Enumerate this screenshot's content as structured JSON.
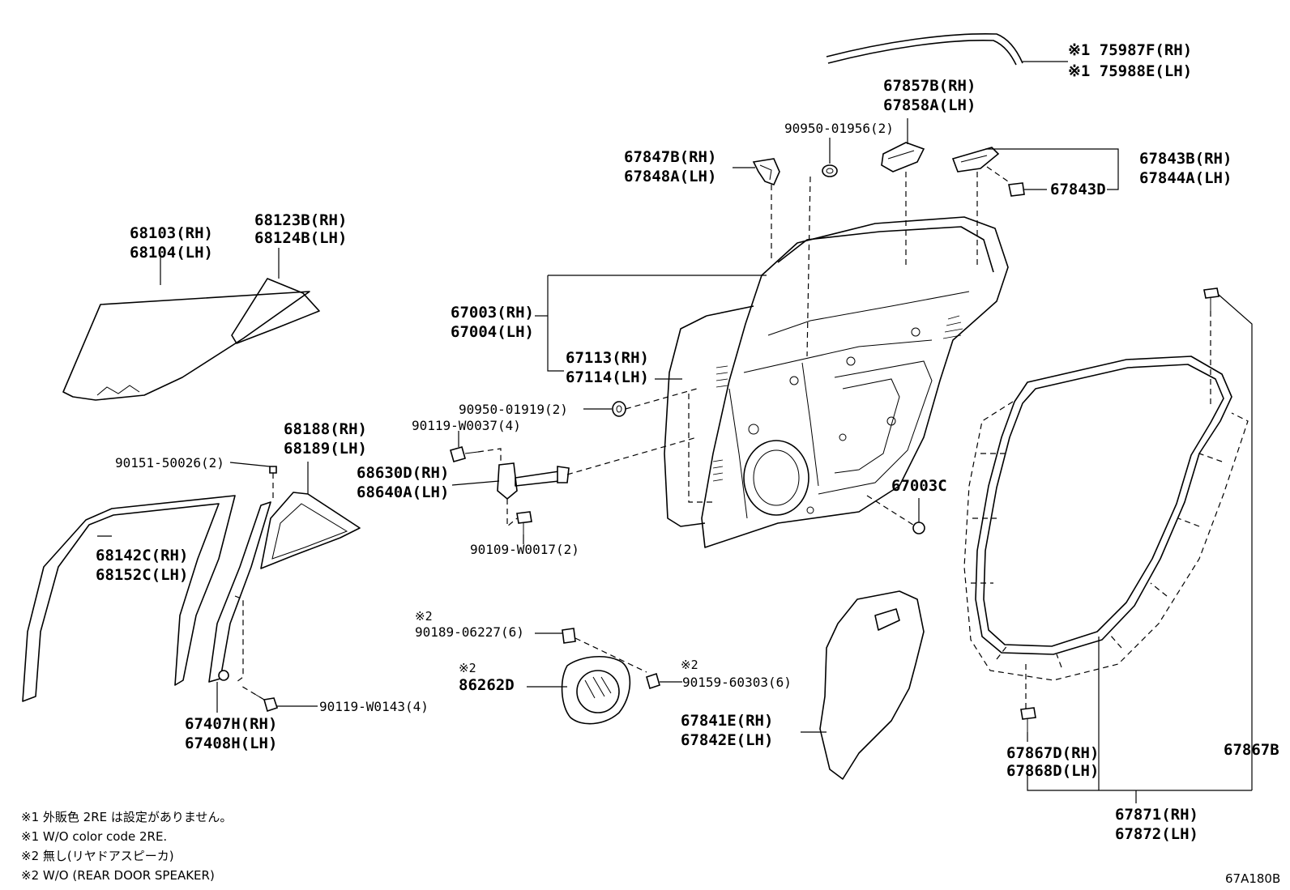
{
  "diagram": {
    "labels": {
      "p175987f": "※1 75987F(RH)",
      "p175988e": "※1 75988E(LH)",
      "p67857b": "67857B(RH)",
      "p67858a": "67858A(LH)",
      "p90950_01956": "90950-01956(2)",
      "p67847b": "67847B(RH)",
      "p67848a": "67848A(LH)",
      "p67843b": "67843B(RH)",
      "p67844a": "67844A(LH)",
      "p67843d": "67843D",
      "p68103": "68103(RH)",
      "p68104": "68104(LH)",
      "p68123b": "68123B(RH)",
      "p68124b": "68124B(LH)",
      "p67003": "67003(RH)",
      "p67004": "67004(LH)",
      "p67113": "67113(RH)",
      "p67114": "67114(LH)",
      "p90950_01919": "90950-01919(2)",
      "p90119_w0037": "90119-W0037(4)",
      "p68188": "68188(RH)",
      "p68189": "68189(LH)",
      "p90151_50026": "90151-50026(2)",
      "p68630d": "68630D(RH)",
      "p68640a": "68640A(LH)",
      "p67003c": "67003C",
      "p90109_w0017": "90109-W0017(2)",
      "p68142c": "68142C(RH)",
      "p68152c": "68152C(LH)",
      "p90189_mark": "※2",
      "p90189_06227": "90189-06227(6)",
      "p86262d_mark": "※2",
      "p86262d": "86262D",
      "p90159_mark": "※2",
      "p90159_60303": "90159-60303(6)",
      "p90119_w0143": "90119-W0143(4)",
      "p67407h": "67407H(RH)",
      "p67408h": "67408H(LH)",
      "p67841e": "67841E(RH)",
      "p67842e": "67842E(LH)",
      "p67867d": "67867D(RH)",
      "p67868d": "67868D(LH)",
      "p67867b": "67867B",
      "p67871": "67871(RH)",
      "p67872": "67872(LH)"
    },
    "notes": [
      "※1  外販色 2RE は設定がありません。",
      "※1  W/O color code 2RE.",
      "※2  無し(リヤドアスピーカ)",
      "※2  W/O (REAR DOOR SPEAKER)"
    ],
    "drawing_code": "67A180B"
  }
}
